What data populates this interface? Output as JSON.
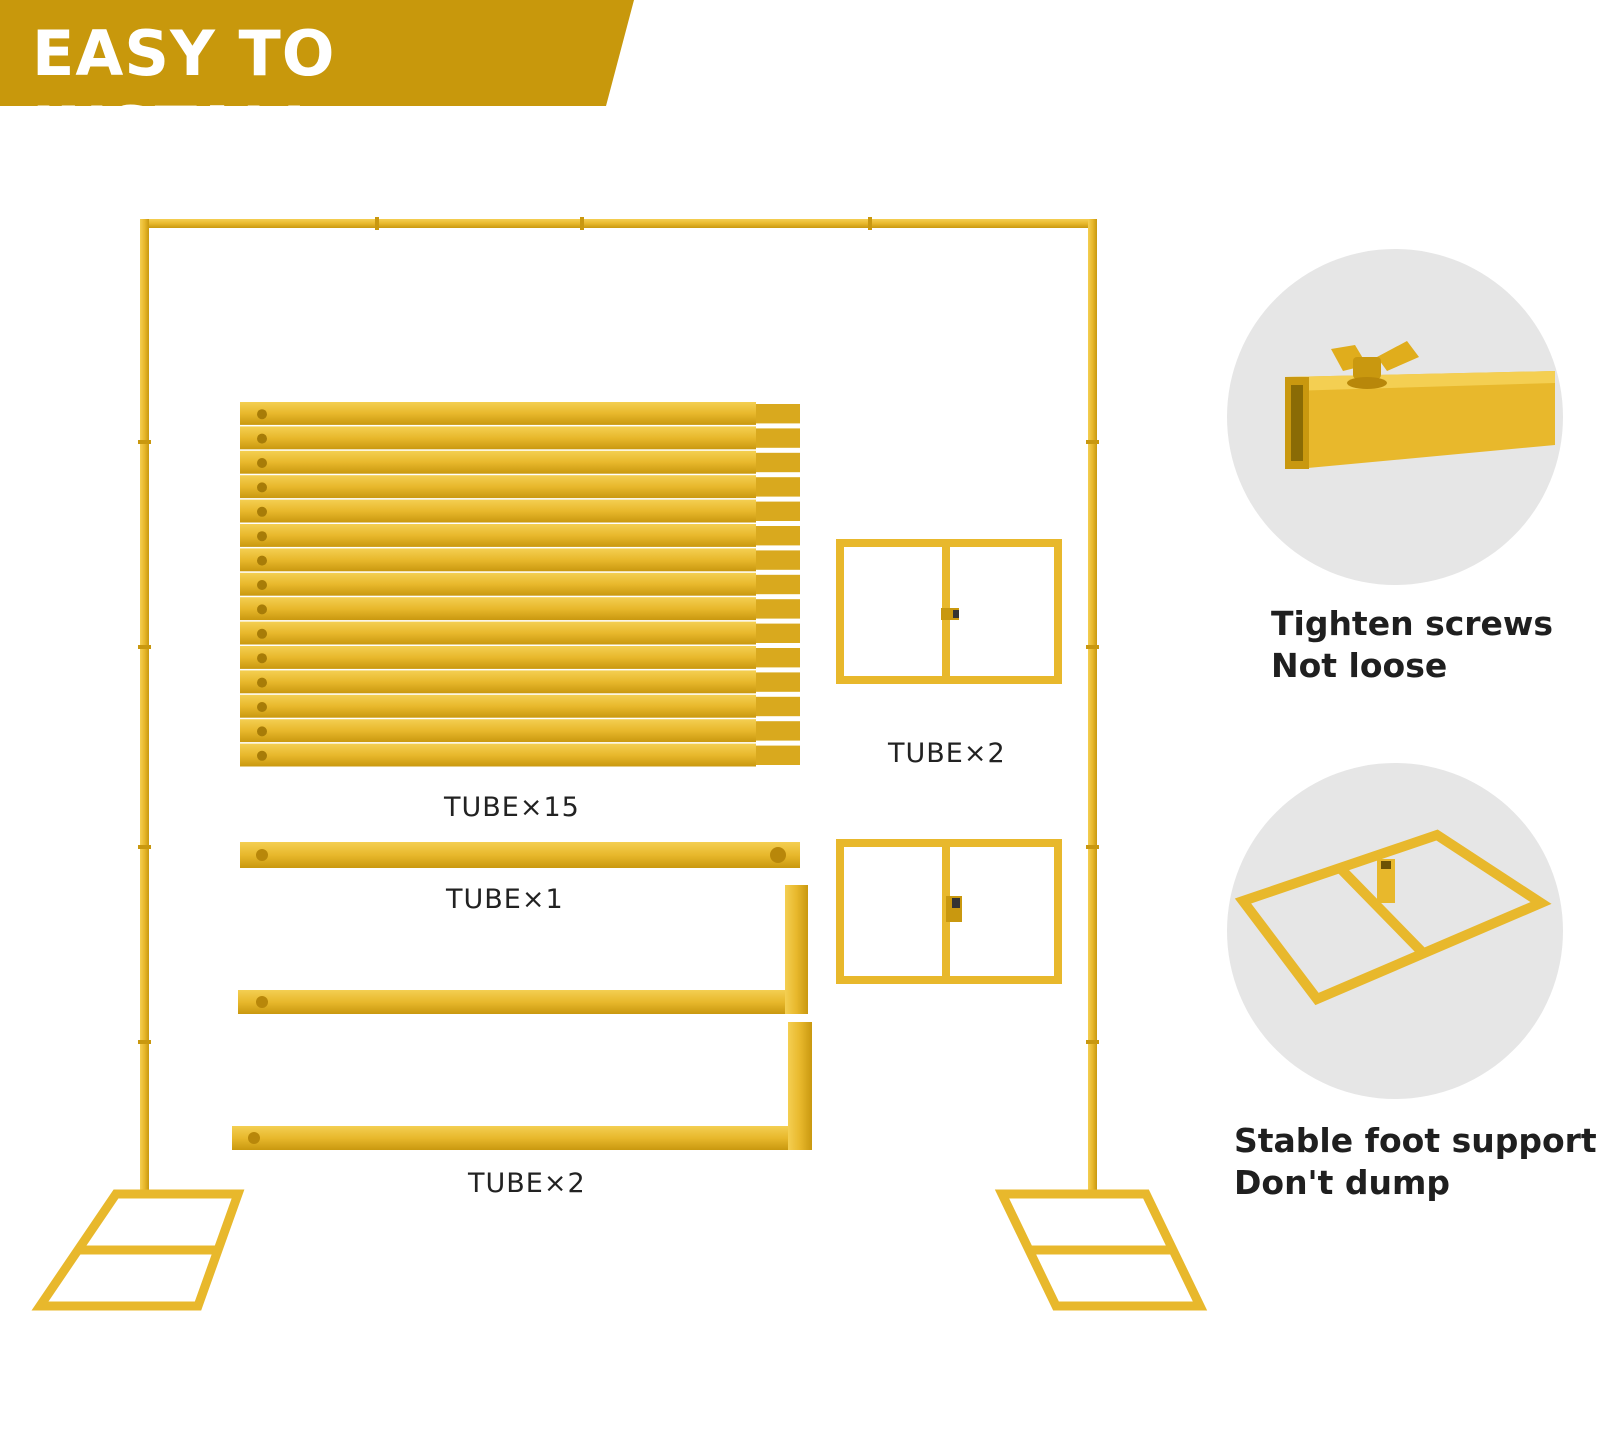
{
  "banner": {
    "text": "EASY TO INSTALL"
  },
  "colors": {
    "gold": "#e8b82c",
    "gold_dark": "#c9980f",
    "gold_light": "#f4cf52",
    "banner_bg": "#c8980c",
    "circle_bg": "#e6e6e6"
  },
  "parts": {
    "tube_stack_label": "TUBE×15",
    "base_frames_label": "TUBE×2",
    "straight_tube_label": "TUBE×1",
    "l_tubes_label": "TUBE×2"
  },
  "features": [
    {
      "icon": "wing-screw-tube-icon",
      "line1": "Tighten screws",
      "line2": "Not loose"
    },
    {
      "icon": "base-frame-icon",
      "line1": "Stable foot support",
      "line2": "Don't dump"
    }
  ]
}
